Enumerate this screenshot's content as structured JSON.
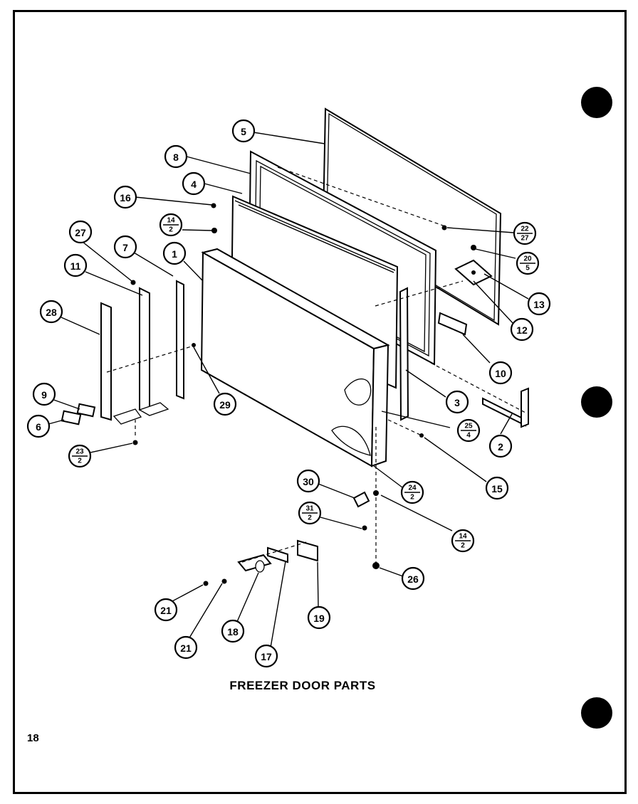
{
  "title": "FREEZER DOOR PARTS",
  "page_number": "18",
  "callouts": [
    {
      "id": "c1",
      "label": "1"
    },
    {
      "id": "c2",
      "label": "2"
    },
    {
      "id": "c3",
      "label": "3"
    },
    {
      "id": "c4",
      "label": "4"
    },
    {
      "id": "c5",
      "label": "5"
    },
    {
      "id": "c6",
      "label": "6"
    },
    {
      "id": "c7",
      "label": "7"
    },
    {
      "id": "c8",
      "label": "8"
    },
    {
      "id": "c9",
      "label": "9"
    },
    {
      "id": "c10",
      "label": "10"
    },
    {
      "id": "c11",
      "label": "11"
    },
    {
      "id": "c12",
      "label": "12"
    },
    {
      "id": "c13",
      "label": "13"
    },
    {
      "id": "c14a",
      "top": "14",
      "bottom": "2"
    },
    {
      "id": "c14b",
      "top": "14",
      "bottom": "2"
    },
    {
      "id": "c15",
      "label": "15"
    },
    {
      "id": "c16",
      "label": "16"
    },
    {
      "id": "c17",
      "label": "17"
    },
    {
      "id": "c18",
      "label": "18"
    },
    {
      "id": "c19",
      "label": "19"
    },
    {
      "id": "c20",
      "top": "20",
      "bottom": "5"
    },
    {
      "id": "c21a",
      "label": "21"
    },
    {
      "id": "c21b",
      "label": "21"
    },
    {
      "id": "c22",
      "top": "22",
      "bottom": "27"
    },
    {
      "id": "c23",
      "top": "23",
      "bottom": "2"
    },
    {
      "id": "c24",
      "top": "24",
      "bottom": "2"
    },
    {
      "id": "c25",
      "top": "25",
      "bottom": "4"
    },
    {
      "id": "c26",
      "label": "26"
    },
    {
      "id": "c27",
      "label": "27"
    },
    {
      "id": "c28",
      "label": "28"
    },
    {
      "id": "c29",
      "label": "29"
    },
    {
      "id": "c30",
      "label": "30"
    },
    {
      "id": "c31",
      "top": "31",
      "bottom": "2"
    }
  ]
}
